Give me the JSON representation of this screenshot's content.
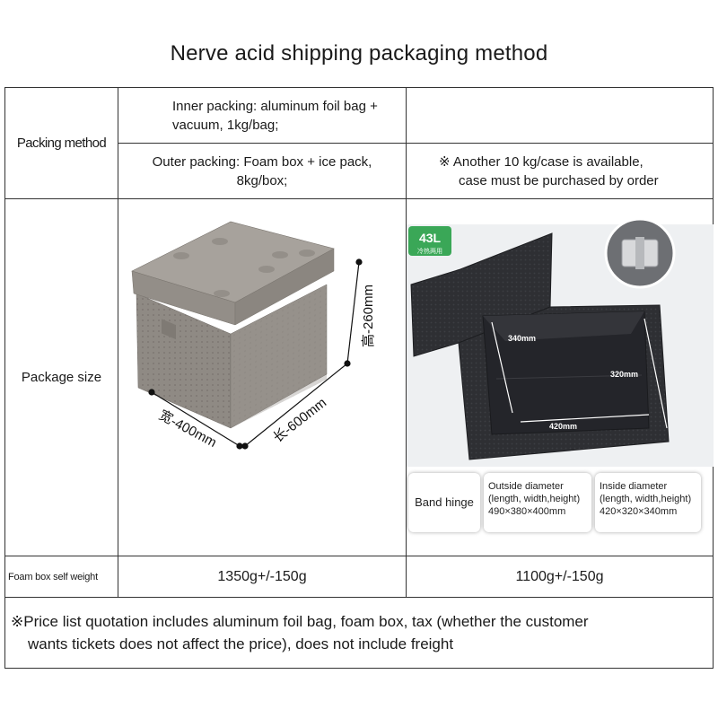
{
  "title": "Nerve acid shipping packaging method",
  "rows": {
    "packing_method": {
      "label": "Packing method",
      "inner": "Inner packing: aluminum foil bag + vacuum, 1kg/bag;",
      "outer_line1": "Outer packing: Foam box + ice pack,",
      "outer_line2": "8kg/box;",
      "note_line1": "※ Another 10 kg/case is available,",
      "note_line2": "case must be purchased by order"
    },
    "package_size": {
      "label": "Package size",
      "left_dims": {
        "height": "高-260mm",
        "width": "宽-400mm",
        "length": "长-600mm"
      },
      "right_dims": {
        "badge": "43L",
        "badge_sub": "冷热两用",
        "d1": "340mm",
        "d2": "320mm",
        "d3": "420mm"
      },
      "hinge": {
        "label": "Band hinge",
        "outside_title": "Outside diameter",
        "outside_sub": "(length, width,height)",
        "outside_value": "490×380×400mm",
        "inside_title": "Inside diameter",
        "inside_sub": "(length, width,height)",
        "inside_value": "420×320×340mm"
      }
    },
    "self_weight": {
      "label": "Foam box self weight",
      "left": "1350g+/-150g",
      "right": "1100g+/-150g"
    }
  },
  "footer_line1": "※Price list quotation includes aluminum foil bag, foam box, tax (whether the customer",
  "footer_line2": "wants tickets does not affect the price), does not include freight"
}
